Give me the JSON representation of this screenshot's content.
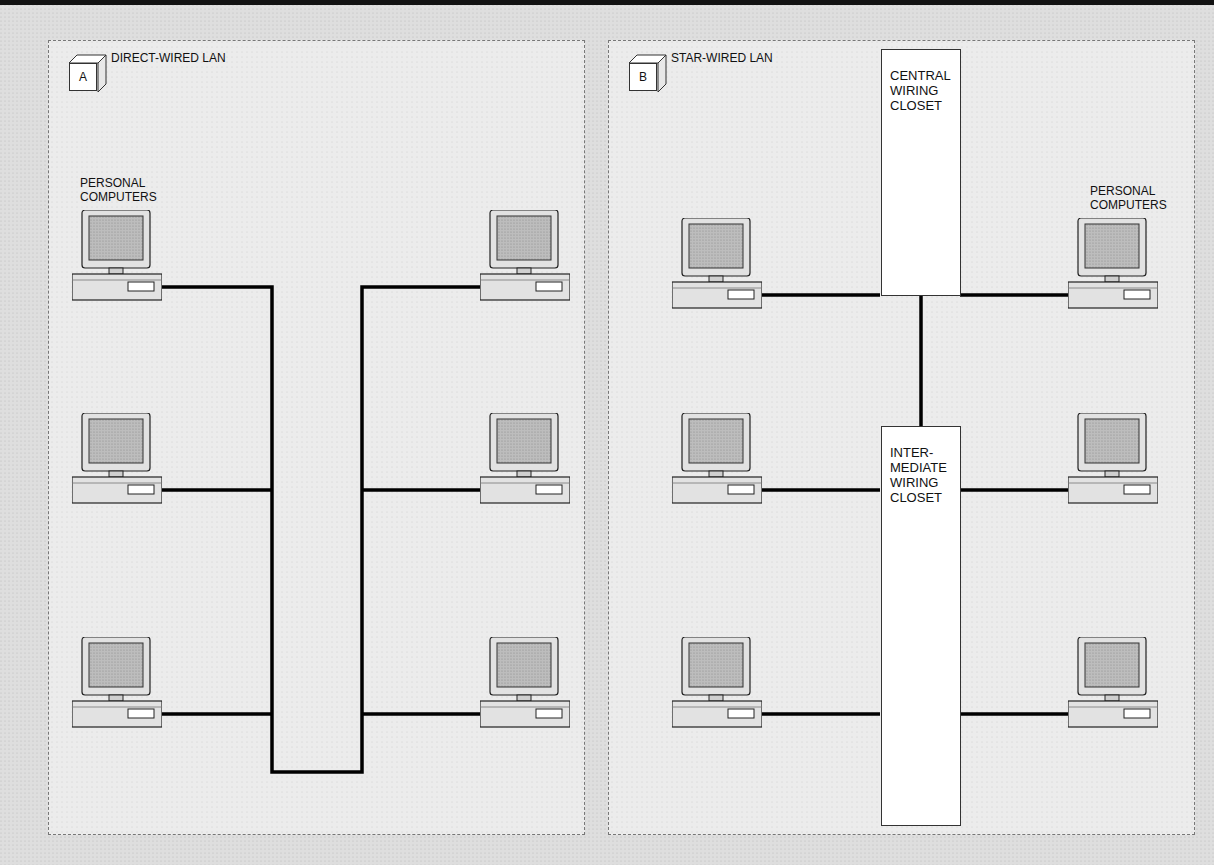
{
  "diagram": {
    "nodes": [
      {
        "text": [
          "DIRECT-WIRED LAN"
        ]
      },
      {
        "text": [
          "A"
        ],
        "in": 0
      },
      {
        "text": [
          "STAR-WIRED LAN"
        ]
      },
      {
        "text": [
          "B"
        ],
        "in": 2
      },
      {
        "text": [
          "CENTRAL WIRING CLOSET"
        ],
        "in": 2
      },
      {
        "text": [
          "INTER-MEDIATE WIRING CLOSET"
        ],
        "in": 2
      }
    ],
    "edges": [
      {
        "from": 4,
        "to": 5,
        "arrow": "none"
      }
    ],
    "labels": [
      "PERSONAL COMPUTERS",
      "PERSONAL COMPUTERS"
    ]
  }
}
